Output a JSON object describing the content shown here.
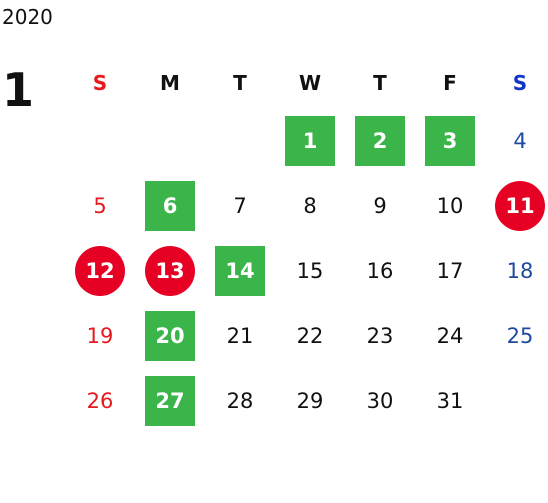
{
  "year": "2020",
  "month": "1",
  "weekdays": [
    "S",
    "M",
    "T",
    "W",
    "T",
    "F",
    "S"
  ],
  "colors": {
    "sunday": "#e6191e",
    "saturday": "#1e4a9e",
    "green": "#3bb54a",
    "red": "#e60023"
  },
  "weeks": [
    [
      {
        "d": "",
        "s": "empty"
      },
      {
        "d": "",
        "s": "empty"
      },
      {
        "d": "",
        "s": "empty"
      },
      {
        "d": "1",
        "s": "green"
      },
      {
        "d": "2",
        "s": "green"
      },
      {
        "d": "3",
        "s": "green"
      },
      {
        "d": "4",
        "s": "sat"
      }
    ],
    [
      {
        "d": "5",
        "s": "sun"
      },
      {
        "d": "6",
        "s": "green"
      },
      {
        "d": "7",
        "s": "normal"
      },
      {
        "d": "8",
        "s": "normal"
      },
      {
        "d": "9",
        "s": "normal"
      },
      {
        "d": "10",
        "s": "normal"
      },
      {
        "d": "11",
        "s": "red-circle"
      }
    ],
    [
      {
        "d": "12",
        "s": "red-circle"
      },
      {
        "d": "13",
        "s": "red-circle"
      },
      {
        "d": "14",
        "s": "green"
      },
      {
        "d": "15",
        "s": "normal"
      },
      {
        "d": "16",
        "s": "normal"
      },
      {
        "d": "17",
        "s": "normal"
      },
      {
        "d": "18",
        "s": "sat"
      }
    ],
    [
      {
        "d": "19",
        "s": "sun"
      },
      {
        "d": "20",
        "s": "green"
      },
      {
        "d": "21",
        "s": "normal"
      },
      {
        "d": "22",
        "s": "normal"
      },
      {
        "d": "23",
        "s": "normal"
      },
      {
        "d": "24",
        "s": "normal"
      },
      {
        "d": "25",
        "s": "sat"
      }
    ],
    [
      {
        "d": "26",
        "s": "sun"
      },
      {
        "d": "27",
        "s": "green"
      },
      {
        "d": "28",
        "s": "normal"
      },
      {
        "d": "29",
        "s": "normal"
      },
      {
        "d": "30",
        "s": "normal"
      },
      {
        "d": "31",
        "s": "normal"
      },
      {
        "d": "",
        "s": "empty"
      }
    ]
  ]
}
